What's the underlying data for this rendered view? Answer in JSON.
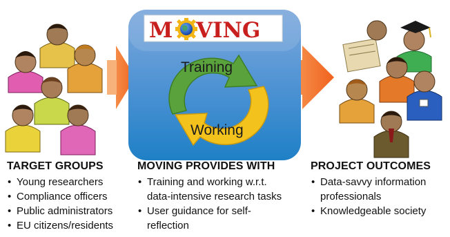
{
  "logo": {
    "letters_left": "M",
    "letters_right": "VING"
  },
  "cycle": {
    "top_label": "Training",
    "bottom_label": "Working"
  },
  "target_groups": {
    "title": "TARGET GROUPS",
    "items": [
      "Young researchers",
      "Compliance officers",
      "Public administrators",
      "EU citizens/residents"
    ]
  },
  "moving_provides": {
    "title": "MOVING PROVIDES WITH",
    "items": [
      "Training and working w.r.t.",
      "data-intensive research tasks",
      "User guidance for self-",
      "reflection"
    ],
    "bullets_on": [
      true,
      false,
      true,
      false
    ]
  },
  "project_outcomes": {
    "title": "PROJECT OUTCOMES",
    "items": [
      "Data-savvy information",
      "professionals",
      "Knowledgeable society"
    ],
    "bullets_on": [
      true,
      false,
      true
    ]
  },
  "colors": {
    "arrow": "#f26a22",
    "panel_top": "#6fa0d6",
    "panel_bottom": "#1e7fc4",
    "cycle_green": "#5aa23c",
    "cycle_yellow": "#f4c21c",
    "logo_red": "#c8201e"
  }
}
